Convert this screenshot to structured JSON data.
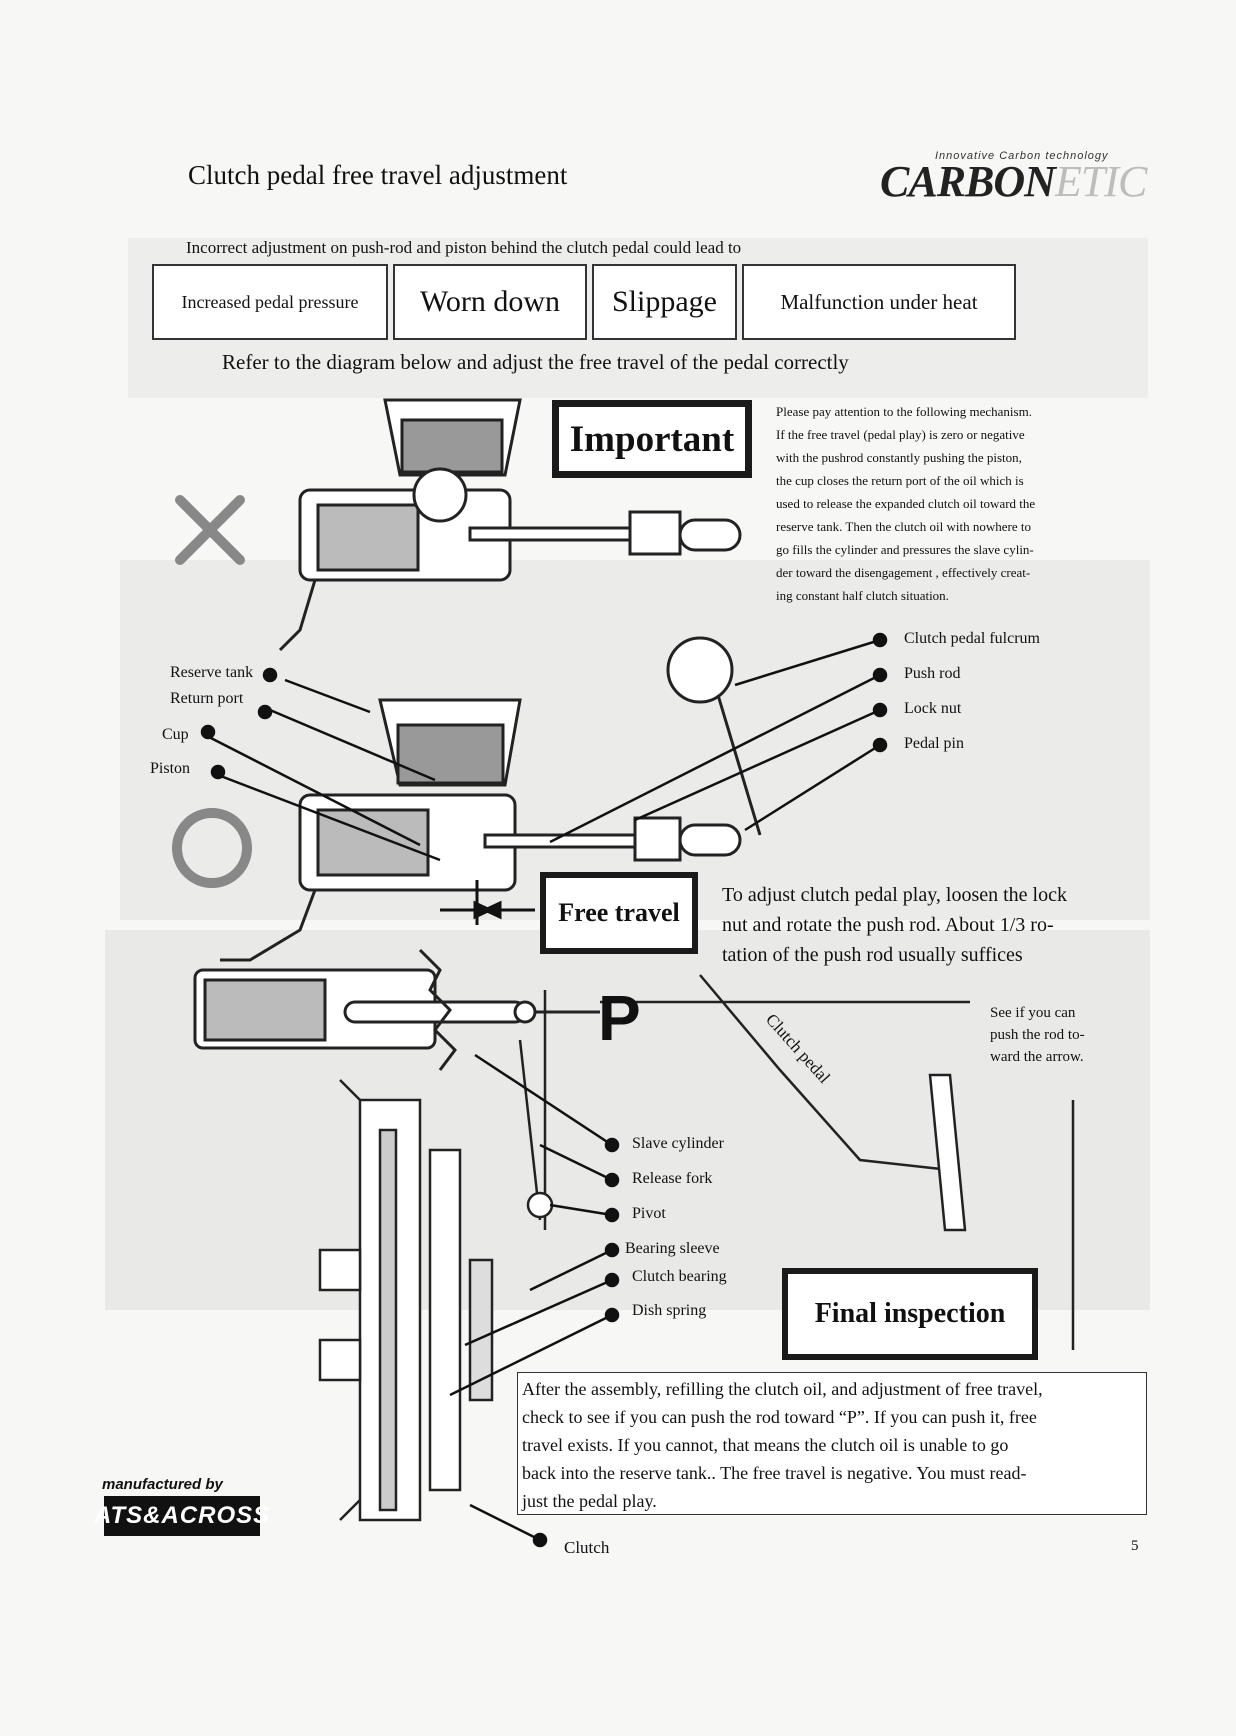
{
  "header": {
    "title": "Clutch pedal free travel adjustment",
    "logo_tagline": "Innovative Carbon technology",
    "logo_carbon": "CARBON",
    "logo_etic": "ETIC"
  },
  "intro": "Incorrect adjustment on push-rod and piston behind the clutch pedal could lead to",
  "issues": [
    "Increased pedal pressure",
    "Worn down",
    "Slippage",
    "Malfunction under heat"
  ],
  "refer": "Refer to the diagram below and adjust the free travel of the pedal correctly",
  "important": {
    "title": "Important",
    "lines": [
      "Please pay attention to the following mechanism.",
      "If the free travel (pedal play) is zero or negative",
      "with the pushrod constantly pushing the piston,",
      "the cup closes the return port of the oil which is",
      "used to release the expanded clutch oil toward the",
      "reserve tank. Then the clutch oil with nowhere to",
      "go fills the cylinder and pressures the slave cylin-",
      "der toward the disengagement , effectively creat-",
      "ing constant half clutch situation."
    ]
  },
  "labels": {
    "left": [
      "Reserve tank",
      "Return port",
      "Cup",
      "Piston"
    ],
    "right": [
      "Clutch pedal fulcrum",
      "Push rod",
      "Lock nut",
      "Pedal pin"
    ],
    "lower": [
      "Slave cylinder",
      "Release fork",
      "Pivot",
      "Bearing sleeve",
      "Clutch bearing",
      "Dish spring"
    ],
    "clutch": "Clutch",
    "p_mark": "P",
    "clutch_pedal": "Clutch pedal"
  },
  "free_travel": {
    "title": "Free travel",
    "lines": [
      "To adjust clutch pedal play, loosen the lock",
      "nut and rotate the push rod.   About 1/3 ro-",
      "tation of the push rod usually suffices"
    ]
  },
  "see_if": [
    "See if you can",
    "push the rod to-",
    "ward the arrow."
  ],
  "final": {
    "title": "Final inspection",
    "lines": [
      "After the assembly, refilling the clutch oil, and adjustment of free travel,",
      "check to see if you can push the rod toward “P”. If you can push it, free",
      "travel exists.  If you cannot, that means the clutch oil is unable to go",
      "back into the reserve tank.. The free travel is negative.  You must read-",
      "just the pedal play."
    ]
  },
  "footer": {
    "manufactured_by": "manufactured by",
    "brand": "ATS&ACROSS",
    "page": "5"
  }
}
